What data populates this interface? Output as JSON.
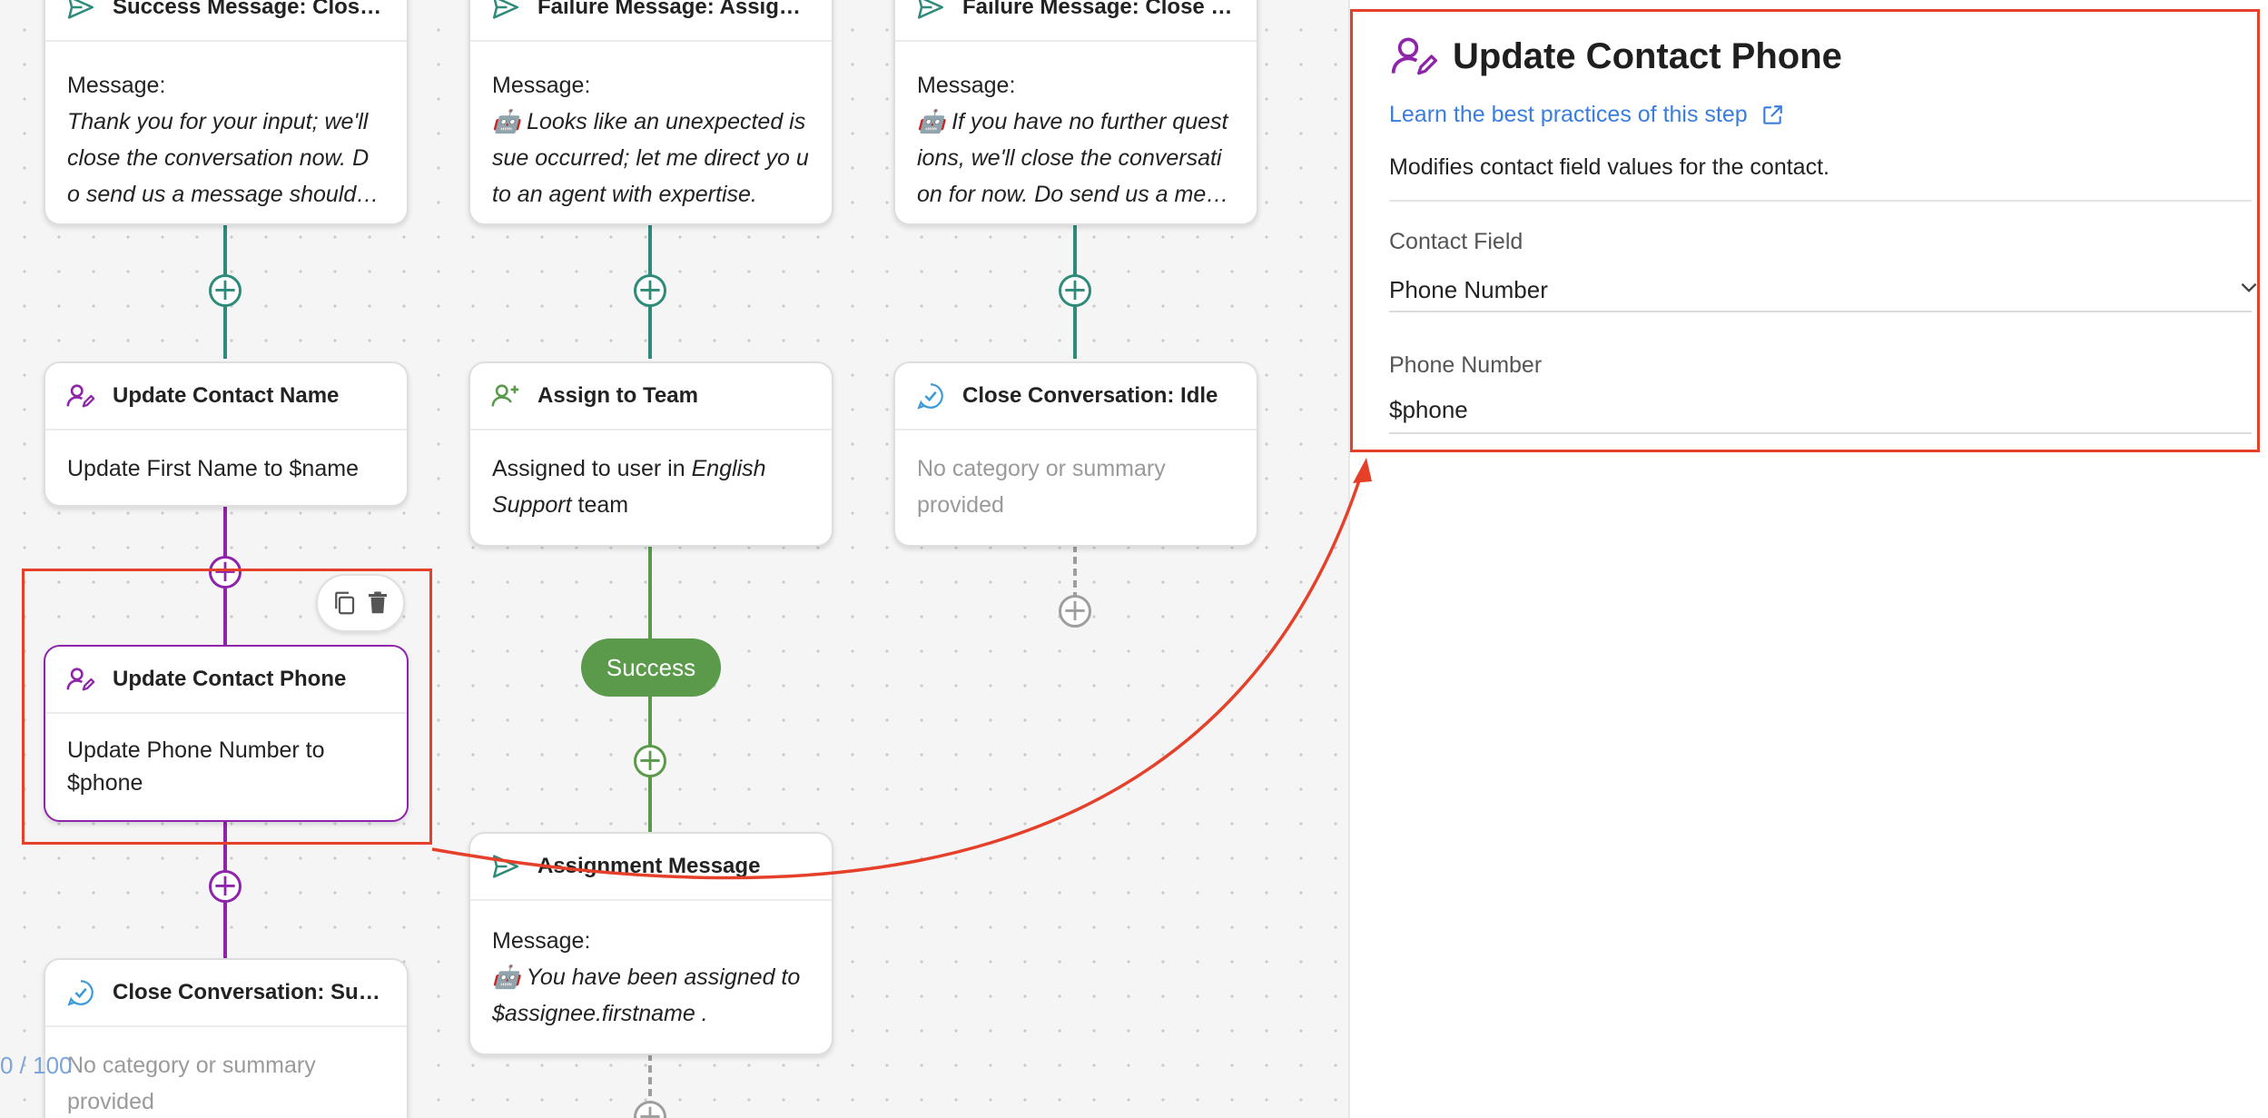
{
  "colors": {
    "accent_purple": "#8e24aa",
    "accent_teal": "#2e8b7a",
    "accent_green": "#5a9a4a",
    "highlight_red": "#e5402a",
    "link_blue": "#3b7ddd"
  },
  "canvas": {
    "col1": {
      "success_message": {
        "title": "Success Message: Clos…",
        "label": "Message:",
        "text": "Thank you for your input; we'll close the conversation now. D o send us a message should…"
      },
      "update_name": {
        "title": "Update Contact Name",
        "body": "Update First Name to $name"
      },
      "update_phone": {
        "title": "Update Contact Phone",
        "body": "Update Phone Number to $phone"
      },
      "close_success": {
        "title": "Close Conversation: Suc…",
        "body": "No category or summary provided"
      }
    },
    "col2": {
      "failure_assign": {
        "title": "Failure Message: Assign…",
        "label": "Message:",
        "emoji": "🤖",
        "text": "Looks like an unexpected is sue occurred; let me direct yo u to an agent with expertise."
      },
      "assign_team": {
        "title": "Assign to Team",
        "body_pre": "Assigned to user in ",
        "body_team": "English Support",
        "body_post": " team"
      },
      "success_pill": "Success",
      "assignment_message": {
        "title": "Assignment Message",
        "label": "Message:",
        "emoji": "🤖",
        "text": "You have been assigned to $assignee.firstname ."
      }
    },
    "col3": {
      "failure_close": {
        "title": "Failure Message: Close …",
        "label": "Message:",
        "emoji": "🤖",
        "text": "If you have no further quest ions, we'll close the conversati on for now. Do send us a me…"
      },
      "close_idle": {
        "title": "Close Conversation: Idle",
        "body": "No category or summary provided"
      }
    },
    "counter": "0 / 100"
  },
  "panel": {
    "icon": "contact-edit-icon",
    "title": "Update Contact Phone",
    "link": "Learn the best practices of this step",
    "description": "Modifies contact field values for the contact.",
    "contact_field_label": "Contact Field",
    "contact_field_value": "Phone Number",
    "phone_label": "Phone Number",
    "phone_value": "$phone"
  }
}
